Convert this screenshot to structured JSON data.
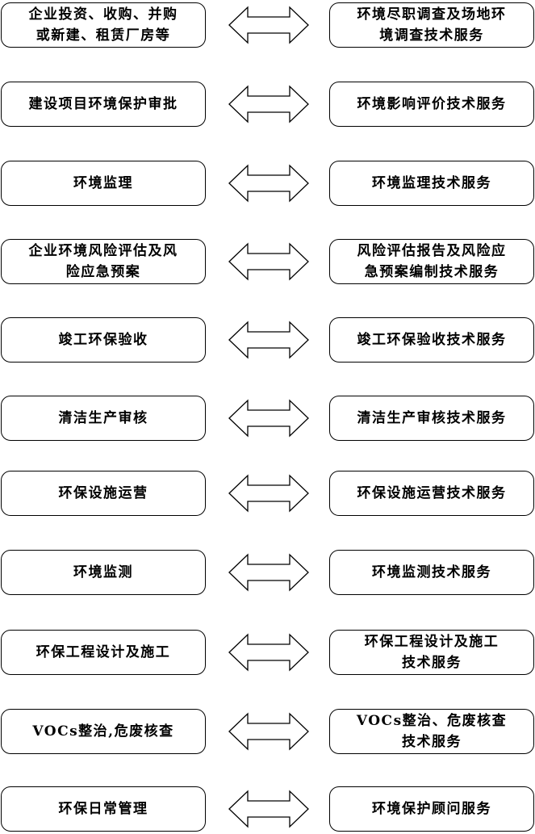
{
  "rows": [
    {
      "left": "企业投资、收购、并购\n或新建、租赁厂房等",
      "right": "环境尽职调查及场地环\n境调查技术服务"
    },
    {
      "left": "建设项目环境保护审批",
      "right": "环境影响评价技术服务"
    },
    {
      "left": "环境监理",
      "right": "环境监理技术服务"
    },
    {
      "left": "企业环境风险评估及风\n险应急预案",
      "right": "风险评估报告及风险应\n急预案编制技术服务"
    },
    {
      "left": "竣工环保验收",
      "right": "竣工环保验收技术服务"
    },
    {
      "left": "清洁生产审核",
      "right": "清洁生产审核技术服务"
    },
    {
      "left": "环保设施运营",
      "right": "环保设施运营技术服务"
    },
    {
      "left": "环境监测",
      "right": "环境监测技术服务"
    },
    {
      "left": "环保工程设计及施工",
      "right": "环保工程设计及施工\n技术服务"
    },
    {
      "left": "VOCs整治,危废核查",
      "right": "VOCs整治、危废核查\n技术服务"
    },
    {
      "left": "环保日常管理",
      "right": "环境保护顾问服务"
    }
  ]
}
